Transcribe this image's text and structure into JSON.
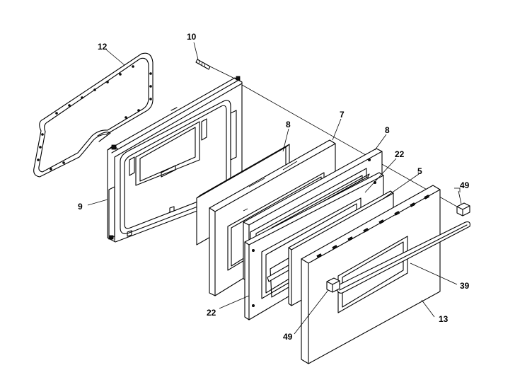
{
  "diagram": {
    "callouts": [
      {
        "id": "c12",
        "text": "12"
      },
      {
        "id": "c10",
        "text": "10"
      },
      {
        "id": "c7",
        "text": "7"
      },
      {
        "id": "c8a",
        "text": "8"
      },
      {
        "id": "c8b",
        "text": "8"
      },
      {
        "id": "c22a",
        "text": "22"
      },
      {
        "id": "c5",
        "text": "5"
      },
      {
        "id": "c49a",
        "text": "49"
      },
      {
        "id": "c9",
        "text": "9"
      },
      {
        "id": "c39",
        "text": "39"
      },
      {
        "id": "c22b",
        "text": "22"
      },
      {
        "id": "c13",
        "text": "13"
      },
      {
        "id": "c49b",
        "text": "49"
      }
    ]
  }
}
